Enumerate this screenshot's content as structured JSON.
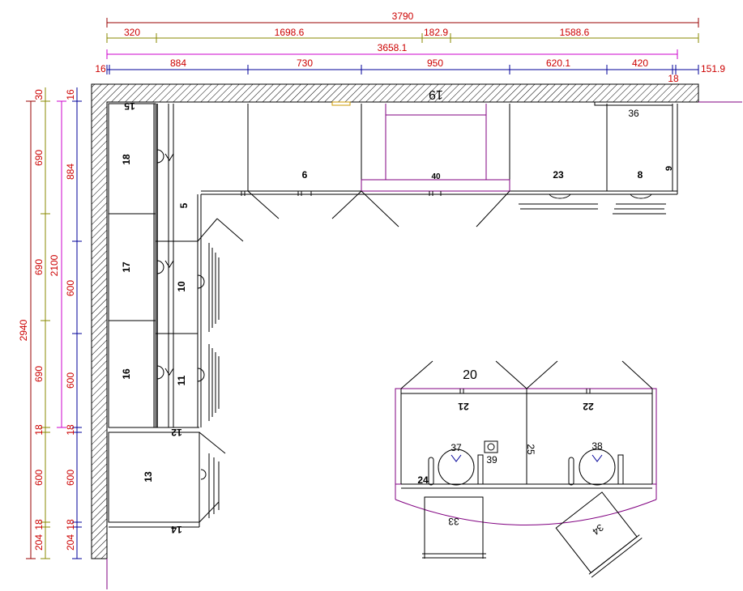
{
  "colors": {
    "red_dim": "#990000",
    "olive_dim": "#888800",
    "magenta_dim": "#cc00cc",
    "blue_dim": "#000099",
    "dim_text": "#cc0000",
    "island": "#800080",
    "line": "#000000"
  },
  "dims_top": {
    "overall": "3790",
    "seg1": "320",
    "seg2": "1698.6",
    "seg3": "182.9",
    "seg4": "1588.6",
    "inner": "3658.1",
    "c0": "16",
    "c1": "884",
    "c2": "730",
    "c3": "950",
    "c4": "620.1",
    "c5": "420",
    "c6": "18",
    "c7": "151.9"
  },
  "dims_left": {
    "overall": "2940",
    "r1": "30",
    "r2": "690",
    "r3": "690",
    "r4": "690",
    "r5": "18",
    "r6": "600",
    "r7": "18",
    "r8": "204",
    "span": "2100",
    "b1": "16",
    "b2": "884",
    "b3": "600",
    "b4": "600",
    "b5": "18",
    "b6": "600",
    "b7": "18",
    "b8": "204"
  },
  "items": {
    "n19": "19",
    "n15": "15",
    "n18": "18",
    "n17": "17",
    "n16": "16",
    "n13": "13",
    "n14": "14",
    "n12": "12",
    "n5": "5",
    "n10": "10",
    "n11": "11",
    "n6": "6",
    "n40": "40",
    "n23": "23",
    "n8": "8",
    "n36": "36",
    "n9": "9",
    "n20": "20",
    "n21": "21",
    "n22": "22",
    "n25": "25",
    "n37": "37",
    "n38": "38",
    "n39": "39",
    "n24": "24",
    "n33": "33",
    "n34": "34"
  }
}
